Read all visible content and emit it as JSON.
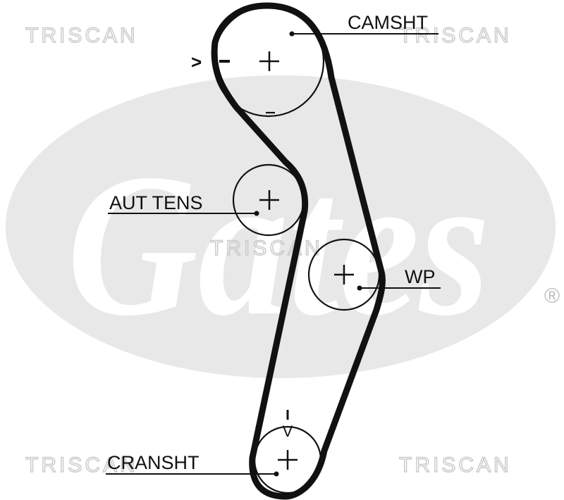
{
  "watermarks": {
    "top_left": "TRISCAN",
    "top_right": "TRISCAN",
    "center": "TRISCAN",
    "bottom_left": "TRISCAN",
    "bottom_right": "TRISCAN"
  },
  "brand_logo": {
    "text": "Gates",
    "registered_mark": "®",
    "color": "#e8e8e8"
  },
  "diagram": {
    "belt_color": "#111111",
    "labels": {
      "camshaft": "CAMSHT",
      "tensioner": "AUT TENS",
      "water_pump": "WP",
      "crankshaft": "CRANSHT"
    },
    "timing_marks": {
      "camshaft_mark": ">",
      "crankshaft_mark": "V"
    }
  }
}
